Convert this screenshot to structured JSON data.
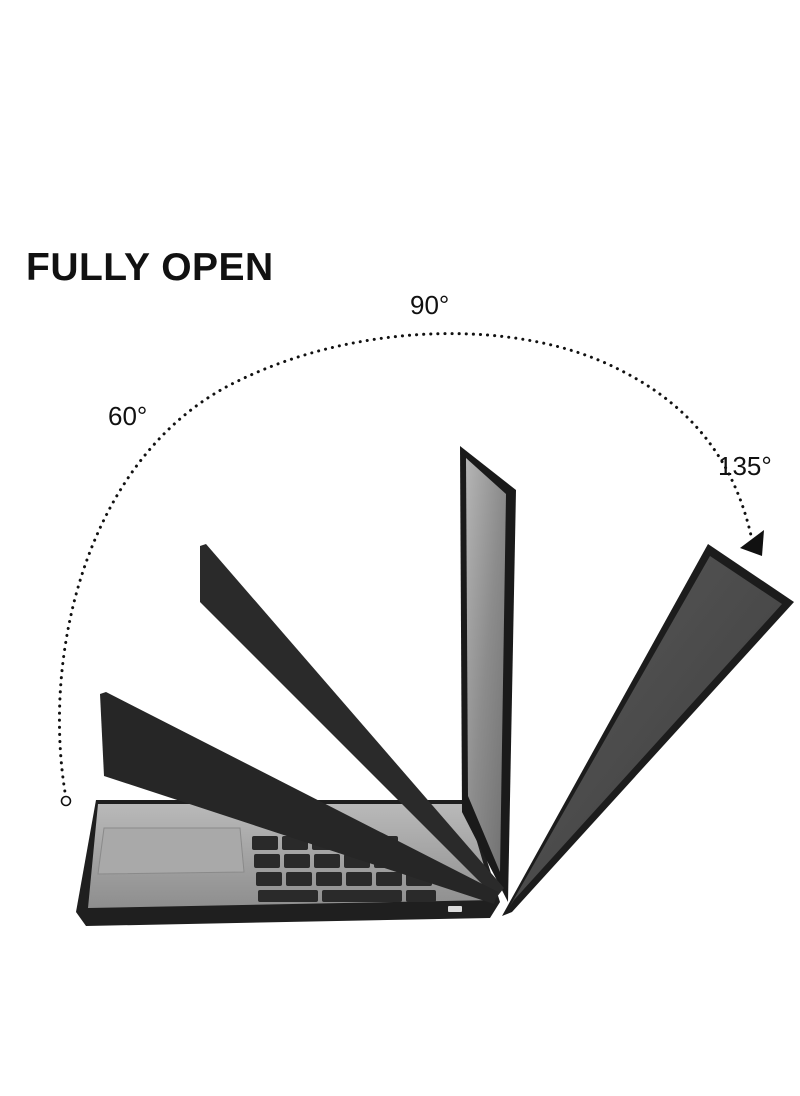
{
  "headline": "FULLY OPEN",
  "angles": {
    "a60": "60°",
    "a90": "90°",
    "a135": "135°"
  },
  "colors": {
    "lid_dark": "#2b2b2b",
    "lid_mid": "#3a3a3a",
    "screen_gray": "#8a8a8a",
    "base_silver": "#9c9c9c",
    "arc": "#111111"
  }
}
